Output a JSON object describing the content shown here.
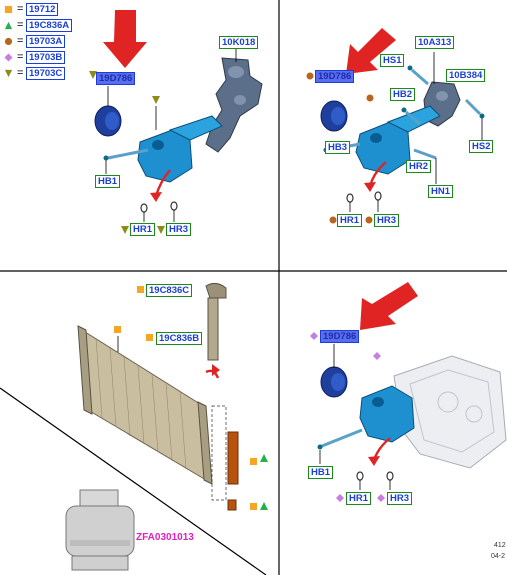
{
  "legend": [
    {
      "code": "19712",
      "symbol": "square",
      "color": "#f5a623"
    },
    {
      "code": "19C836A",
      "symbol": "triangle-up",
      "color": "#22b14c"
    },
    {
      "code": "19703A",
      "symbol": "circle",
      "color": "#b8651e"
    },
    {
      "code": "19703B",
      "symbol": "diamond",
      "color": "#c87ee0"
    },
    {
      "code": "19703C",
      "symbol": "triangle-down",
      "color": "#8f8b1a"
    }
  ],
  "equals_sign": "=",
  "panel_tl": {
    "labels": [
      "10K018",
      "19D786",
      "HB1",
      "HR1",
      "HR3"
    ]
  },
  "panel_tr": {
    "labels": [
      "HS1",
      "10A313",
      "19D786",
      "HB2",
      "10B384",
      "HB3",
      "HR2",
      "HS2",
      "HN1",
      "HR1",
      "HR3"
    ]
  },
  "panel_bl": {
    "labels": [
      "19C836C",
      "19C836B"
    ],
    "tool": "ZFA0301013"
  },
  "panel_br": {
    "labels": [
      "19D786",
      "HB1",
      "HR1",
      "HR3"
    ]
  },
  "footer": {
    "line1": "412",
    "line2": "04-2"
  }
}
